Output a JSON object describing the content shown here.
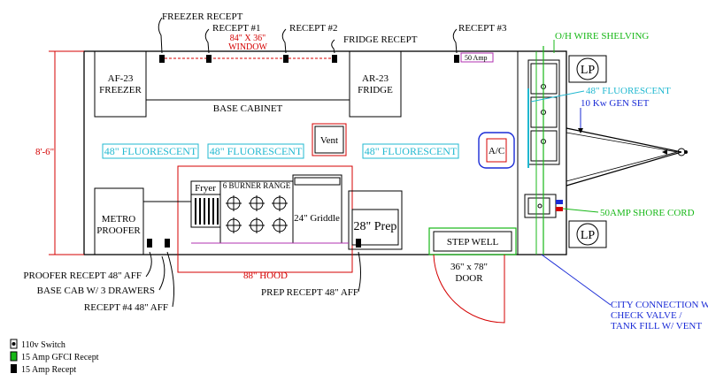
{
  "labels": {
    "freezer_recept": "FREEZER RECEPT",
    "recept_1": "RECEPT #1",
    "window": "84\" X 36\"",
    "window2": "WINDOW",
    "recept_2": "RECEPT #2",
    "fridge_recept": "FRIDGE RECEPT",
    "recept_3": "RECEPT #3",
    "amp50": "50 Amp",
    "oh_wire": "O/H WIRE SHELVING",
    "lp": "LP",
    "freezer_a": "AF-23",
    "freezer_b": "FREEZER",
    "fridge_a": "AR-23",
    "fridge_b": "FRIDGE",
    "base_cabinet": "BASE CABINET",
    "fluorescent_right": "48\" FLUORESCENT",
    "gen_set": "10 Kw GEN SET",
    "height": "8'-6\"",
    "fluor_1": "48\" FLUORESCENT",
    "fluor_2": "48\" FLUORESCENT",
    "fluor_3": "48\" FLUORESCENT",
    "vent": "Vent",
    "ac": "A/C",
    "fryer": "Fryer",
    "burner": "6 BURNER RANGE",
    "griddle": "24\" Griddle",
    "prep": "28\" Prep",
    "metro_a": "METRO",
    "metro_b": "PROOFER",
    "step_well": "STEP WELL",
    "shore": "50AMP SHORE CORD",
    "door_a": "36\" x 78\"",
    "door_b": "DOOR",
    "hood": "88\" HOOD",
    "proofer_recept": "PROOFER RECEPT 48\" AFF",
    "base_cab_drawers": "BASE CAB W/ 3 DRAWERS",
    "recept_4": "RECEPT #4  48\" AFF",
    "prep_recept": "PREP RECEPT 48\" AFF",
    "city_1": "CITY CONNECTION W/",
    "city_2": "CHECK VALVE /",
    "city_3": "TANK FILL W/ VENT"
  },
  "legend": [
    {
      "label": "110v Switch"
    },
    {
      "label": "15 Amp GFCI Recept"
    },
    {
      "label": "15 Amp Recept"
    }
  ],
  "colors": {
    "dimension": "#d40000",
    "electric": "#1a2bd6",
    "plumbing": "#18b818",
    "lighting": "#20b8d0"
  }
}
